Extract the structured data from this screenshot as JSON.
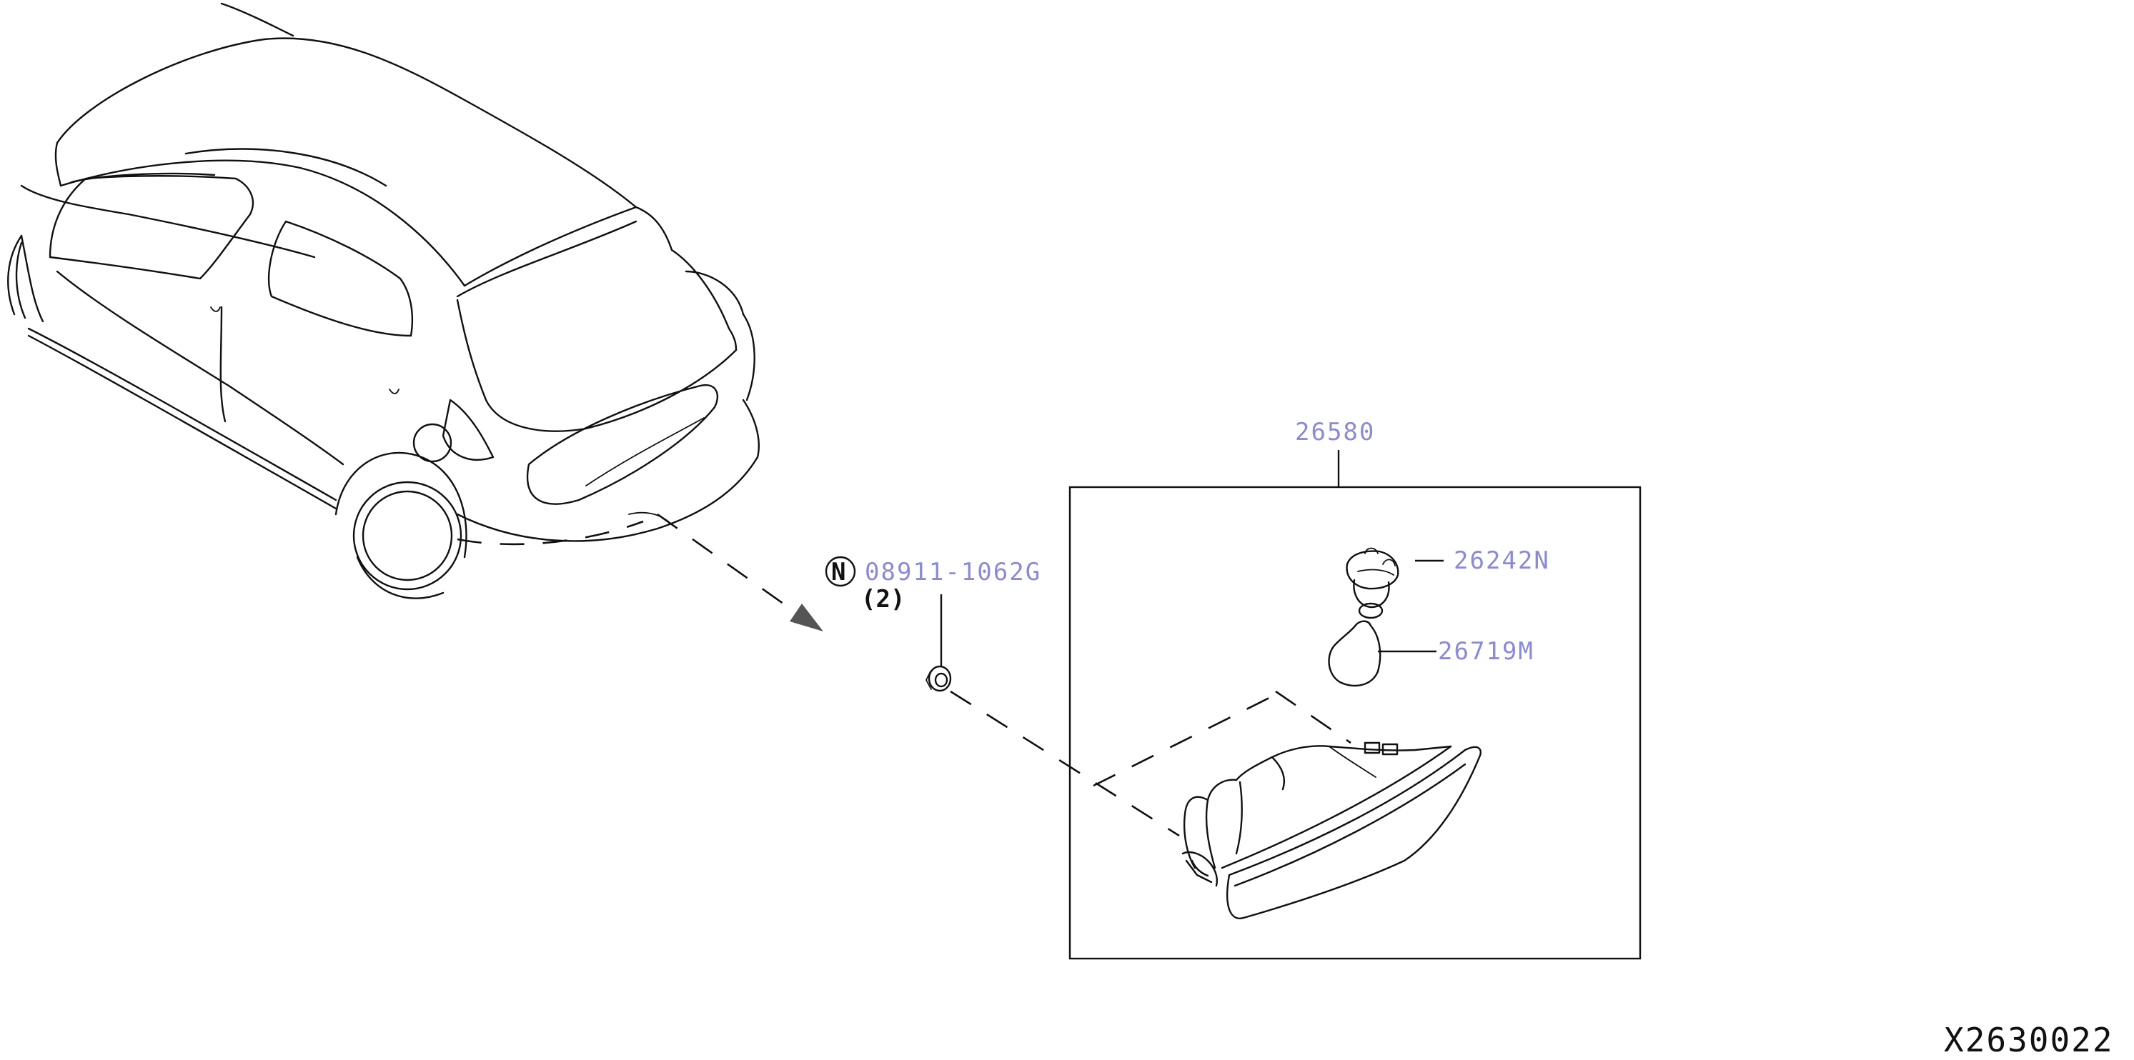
{
  "callouts": {
    "assembly": "26580",
    "socket": "26242N",
    "bulb": "26719M",
    "nut": "08911-1062G",
    "nut_qty": "(2)",
    "nut_marker": "N"
  },
  "document_id": "X2630022"
}
